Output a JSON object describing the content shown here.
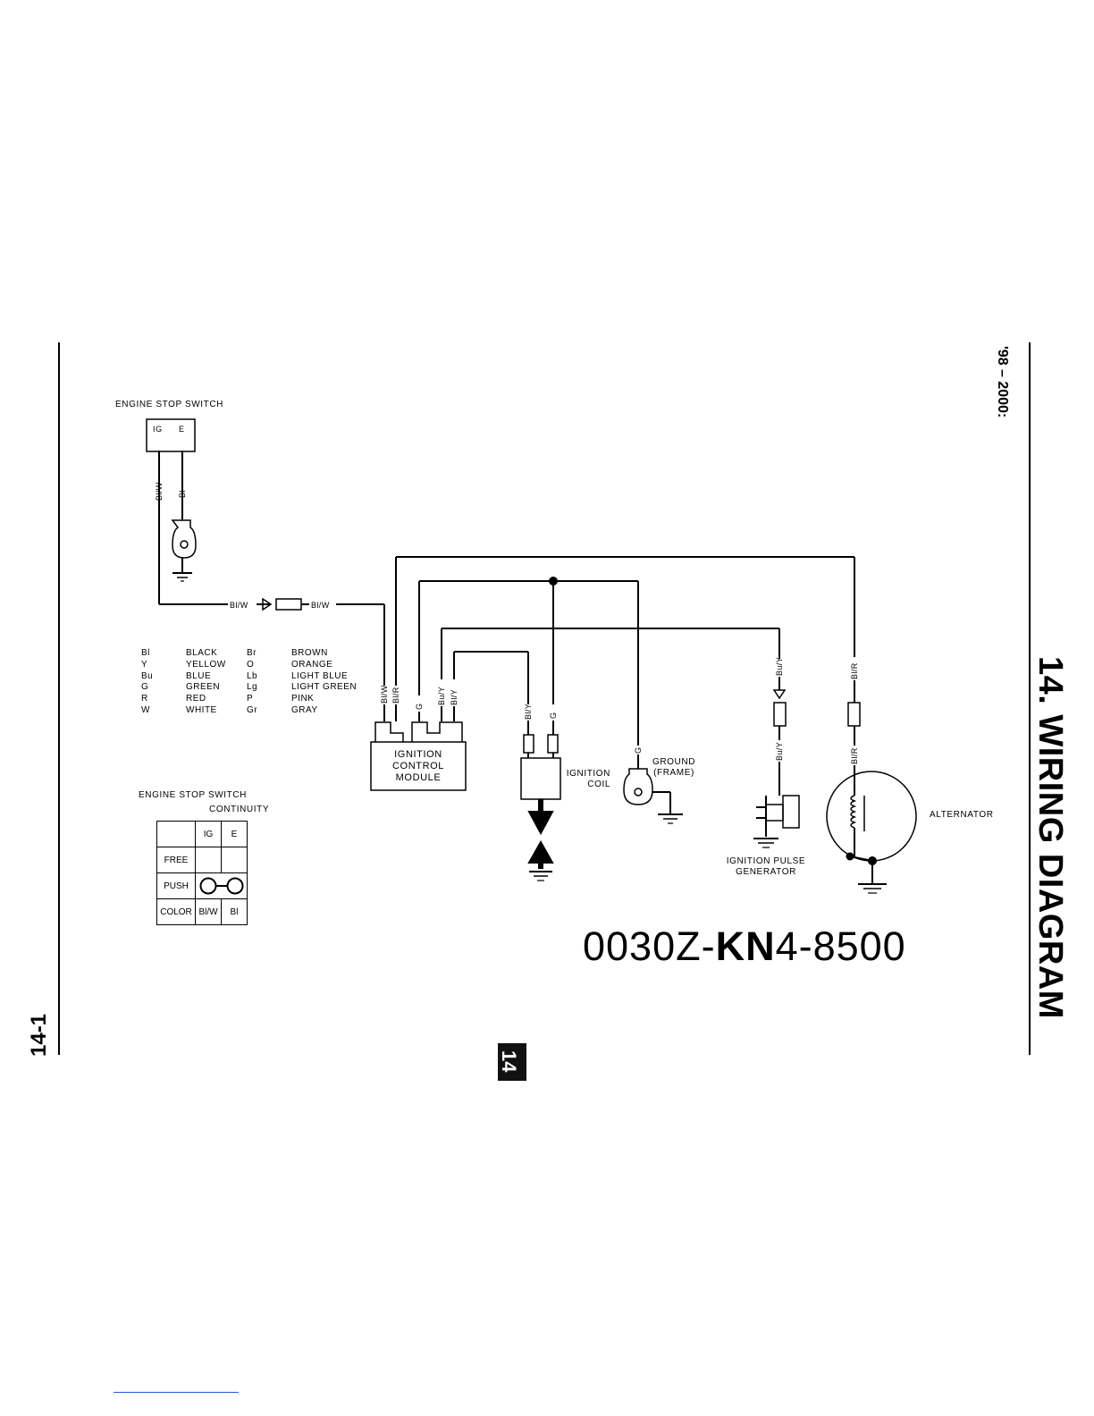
{
  "page": {
    "section_title": "14. WIRING DIAGRAM",
    "year_range": "'98 – 2000:",
    "page_number": "14-1",
    "tab_number": "14",
    "part_number_a": "0030Z-",
    "part_number_b": "KN",
    "part_number_c": "4-8500"
  },
  "engine_stop_switch": {
    "title": "ENGINE STOP SWITCH",
    "terminal_ig": "IG",
    "terminal_e": "E",
    "wire_left": "Bl/W",
    "wire_right": "Bl"
  },
  "main_wire": {
    "left": "Bl/W",
    "right": "Bl/W"
  },
  "color_legend": [
    {
      "code": "Bl",
      "name": "BLACK",
      "code2": "Br",
      "name2": "BROWN"
    },
    {
      "code": "Y",
      "name": "YELLOW",
      "code2": "O",
      "name2": "ORANGE"
    },
    {
      "code": "Bu",
      "name": "BLUE",
      "code2": "Lb",
      "name2": "LIGHT BLUE"
    },
    {
      "code": "G",
      "name": "GREEN",
      "code2": "Lg",
      "name2": "LIGHT GREEN"
    },
    {
      "code": "R",
      "name": "RED",
      "code2": "P",
      "name2": "PINK"
    },
    {
      "code": "W",
      "name": "WHITE",
      "code2": "Gr",
      "name2": "GRAY"
    }
  ],
  "continuity": {
    "title_line1": "ENGINE STOP SWITCH",
    "title_line2": "CONTINUITY",
    "col_ig": "IG",
    "col_e": "E",
    "row_free": "FREE",
    "row_push": "PUSH",
    "row_color": "COLOR",
    "color_ig": "Bl/W",
    "color_e": "Bl"
  },
  "components": {
    "icm_line1": "IGNITION",
    "icm_line2": "CONTROL",
    "icm_line3": "MODULE",
    "coil_line1": "IGNITION",
    "coil_line2": "COIL",
    "ground_line1": "GROUND",
    "ground_line2": "(FRAME)",
    "pulse_line1": "IGNITION PULSE",
    "pulse_line2": "GENERATOR",
    "alternator": "ALTERNATOR"
  },
  "wires": {
    "icm_bw": "Bl/W",
    "icm_br": "Bl/R",
    "icm_g": "G",
    "icm_buy": "Bu/Y",
    "icm_bly": "Bl/Y",
    "coil_bly": "Bl/Y",
    "coil_g": "G",
    "ground_g": "G",
    "pulse_top": "Bu/Y",
    "pulse_bottom": "Bu/Y",
    "alt_top": "Bl/R",
    "alt_bottom": "Bl/R"
  }
}
